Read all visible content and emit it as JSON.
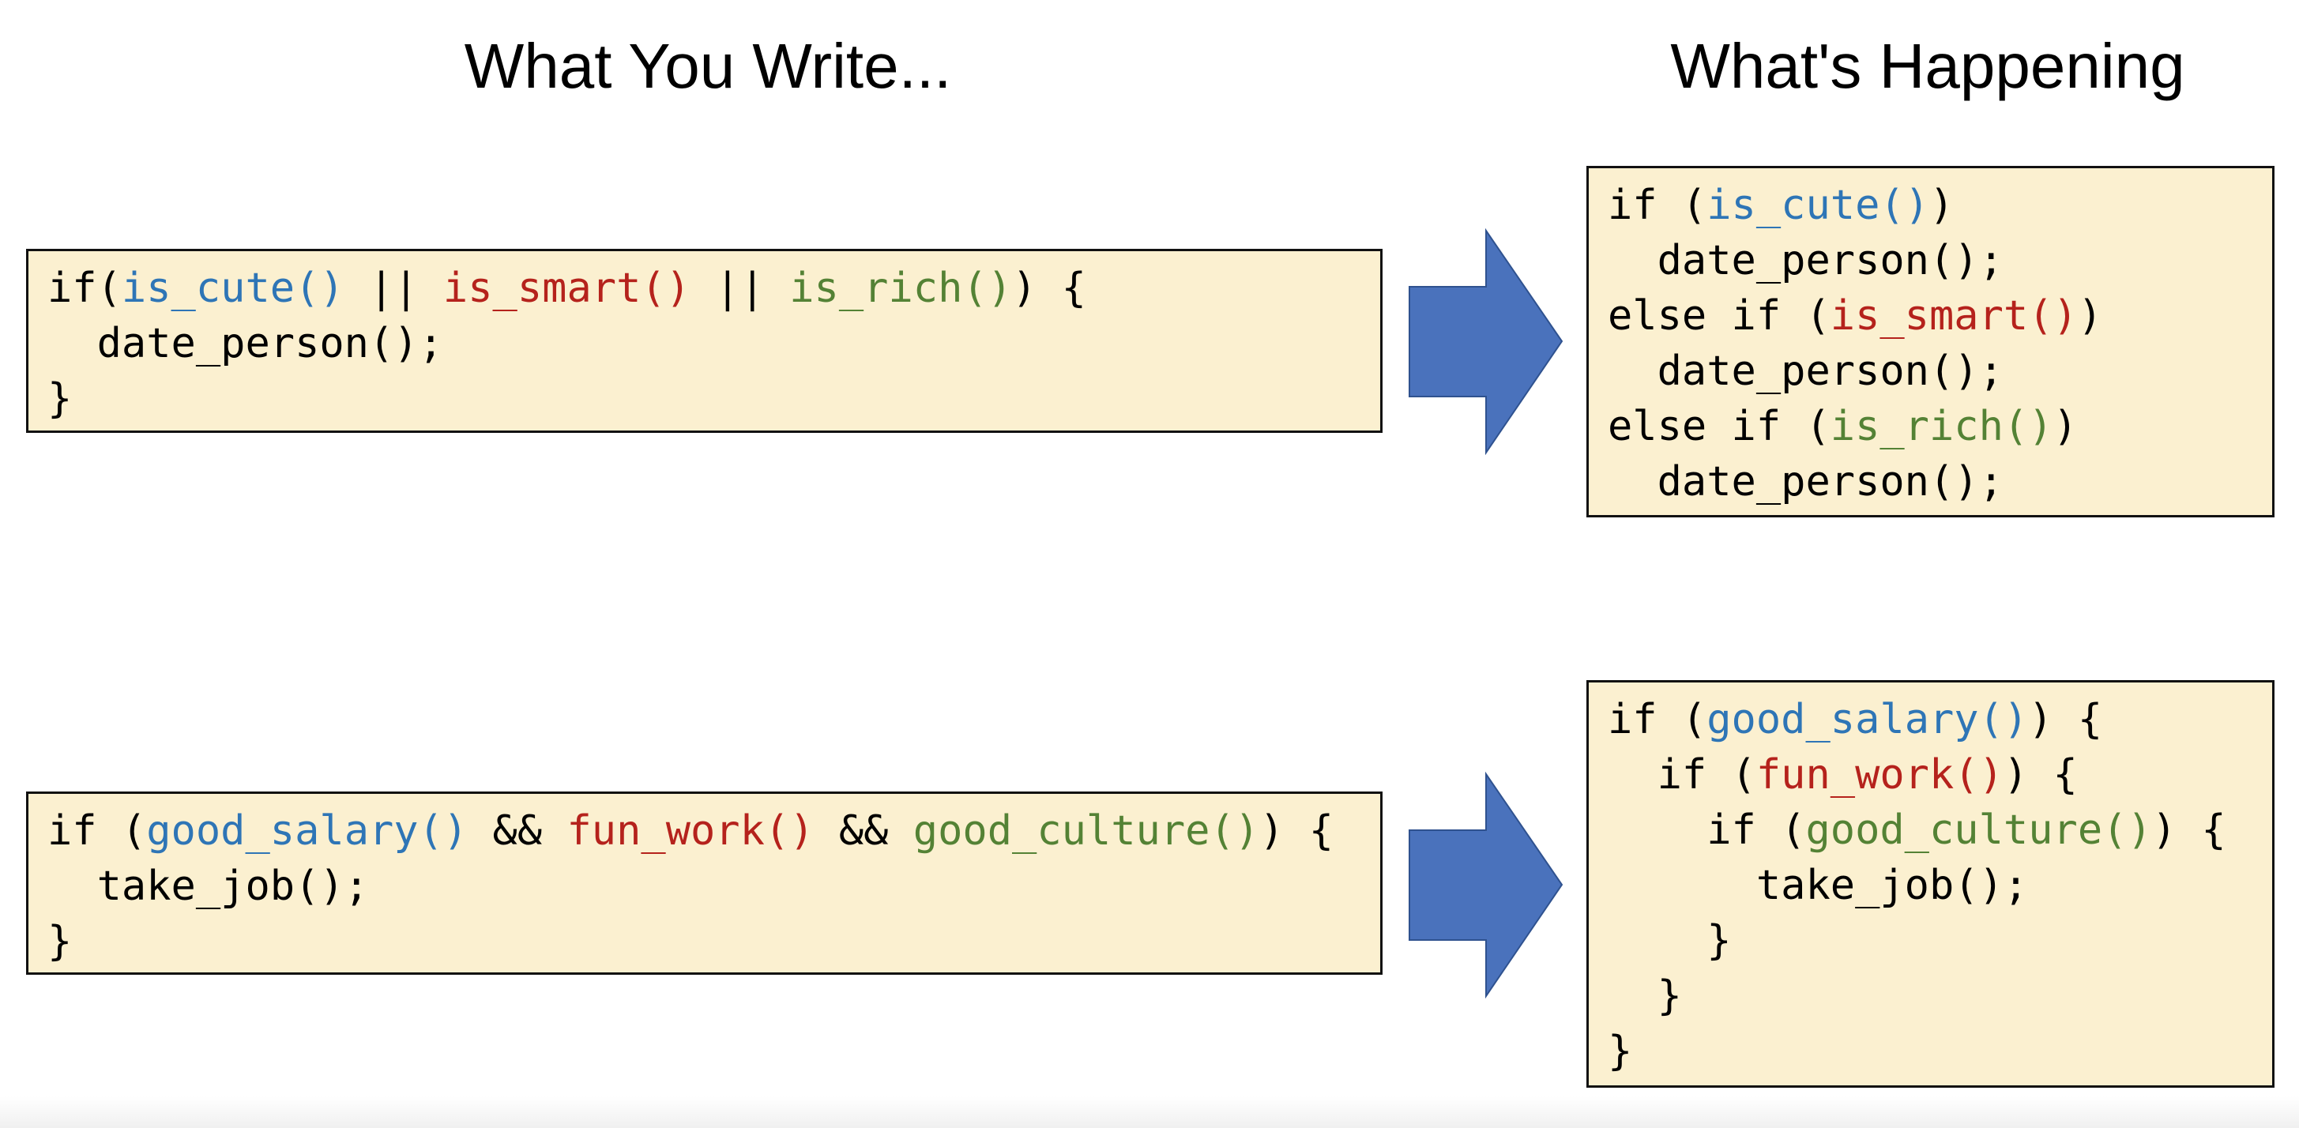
{
  "titles": {
    "left": "What You Write...",
    "right": "What's Happening"
  },
  "colors": {
    "blue": "#2e75b6",
    "red": "#b5221c",
    "green": "#548235",
    "box_bg": "#fbf0d0",
    "arrow": "#4a72bc"
  },
  "examples": [
    {
      "written": [
        [
          [
            "black",
            "if("
          ],
          [
            "blue",
            "is_cute()"
          ],
          [
            "black",
            " || "
          ],
          [
            "red",
            "is_smart()"
          ],
          [
            "black",
            " || "
          ],
          [
            "green",
            "is_rich()"
          ],
          [
            "black",
            ") {"
          ]
        ],
        [
          [
            "black",
            "  date_person();"
          ]
        ],
        [
          [
            "black",
            "}"
          ]
        ]
      ],
      "happening": [
        [
          [
            "black",
            "if ("
          ],
          [
            "blue",
            "is_cute()"
          ],
          [
            "black",
            ")"
          ]
        ],
        [
          [
            "black",
            "  date_person();"
          ]
        ],
        [
          [
            "black",
            "else if ("
          ],
          [
            "red",
            "is_smart()"
          ],
          [
            "black",
            ")"
          ]
        ],
        [
          [
            "black",
            "  date_person();"
          ]
        ],
        [
          [
            "black",
            "else if ("
          ],
          [
            "green",
            "is_rich()"
          ],
          [
            "black",
            ")"
          ]
        ],
        [
          [
            "black",
            "  date_person();"
          ]
        ]
      ]
    },
    {
      "written": [
        [
          [
            "black",
            "if ("
          ],
          [
            "blue",
            "good_salary()"
          ],
          [
            "black",
            " && "
          ],
          [
            "red",
            "fun_work()"
          ],
          [
            "black",
            " && "
          ],
          [
            "green",
            "good_culture()"
          ],
          [
            "black",
            ") {"
          ]
        ],
        [
          [
            "black",
            "  take_job();"
          ]
        ],
        [
          [
            "black",
            "}"
          ]
        ]
      ],
      "happening": [
        [
          [
            "black",
            "if ("
          ],
          [
            "blue",
            "good_salary()"
          ],
          [
            "black",
            ") {"
          ]
        ],
        [
          [
            "black",
            "  if ("
          ],
          [
            "red",
            "fun_work()"
          ],
          [
            "black",
            ") {"
          ]
        ],
        [
          [
            "black",
            "    if ("
          ],
          [
            "green",
            "good_culture()"
          ],
          [
            "black",
            ") {"
          ]
        ],
        [
          [
            "black",
            "      take_job();"
          ]
        ],
        [
          [
            "black",
            "    }"
          ]
        ],
        [
          [
            "black",
            "  }"
          ]
        ],
        [
          [
            "black",
            "}"
          ]
        ]
      ]
    }
  ]
}
